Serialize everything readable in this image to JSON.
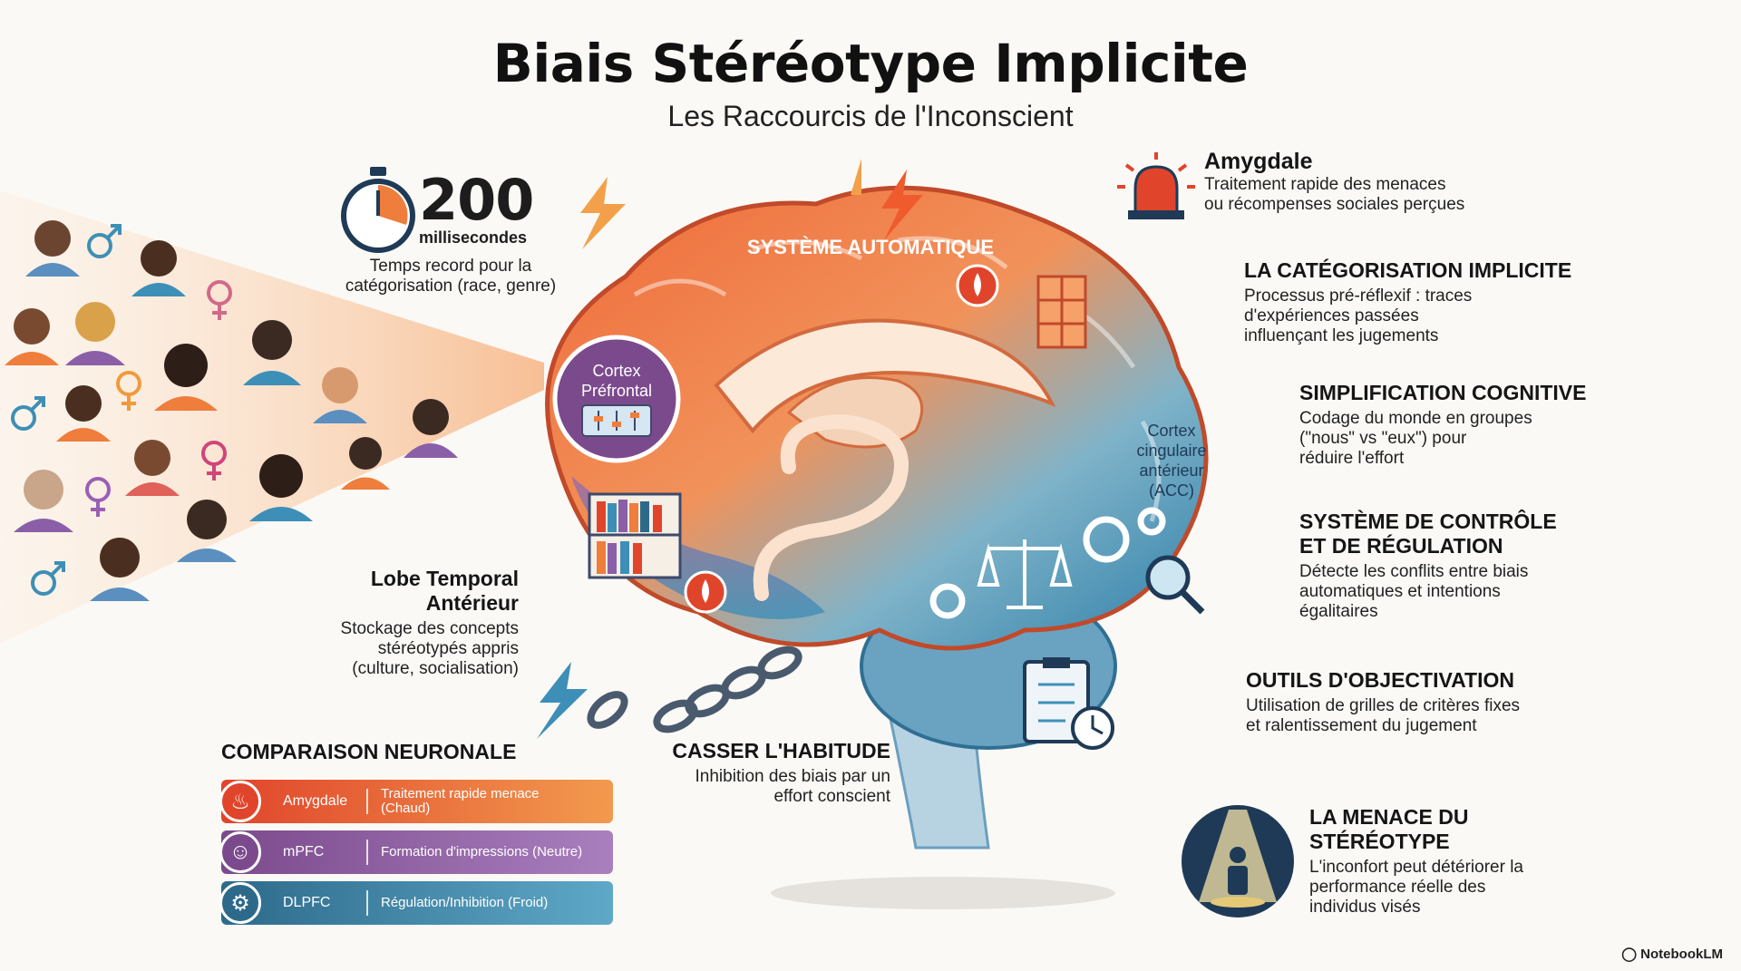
{
  "title": "Biais Stéréotype Implicite",
  "subtitle": "Les Raccourcis de l'Inconscient",
  "timing": {
    "value": "200",
    "unit": "millisecondes",
    "desc_line1": "Temps record pour la",
    "desc_line2": "catégorisation (race, genre)"
  },
  "brain_labels": {
    "automatic_system": "SYSTÈME AUTOMATIQUE",
    "pfc_line1": "Cortex",
    "pfc_line2": "Préfrontal",
    "acc_line1": "Cortex",
    "acc_line2": "cingulaire",
    "acc_line3": "antérieur",
    "acc_line4": "(ACC)"
  },
  "amygdala": {
    "title": "Amygdale",
    "line1": "Traitement rapide des menaces",
    "line2": "ou récompenses sociales perçues"
  },
  "implicit_categorization": {
    "title": "LA CATÉGORISATION IMPLICITE",
    "line1": "Processus pré-réflexif : traces",
    "line2": "d'expériences passées",
    "line3": "influençant les jugements"
  },
  "cognitive_simplification": {
    "title": "SIMPLIFICATION COGNITIVE",
    "line1": "Codage du monde en groupes",
    "line2": "(\"nous\" vs \"eux\") pour",
    "line3": "réduire l'effort"
  },
  "control_system": {
    "title_line1": "SYSTÈME DE CONTRÔLE",
    "title_line2": "ET DE RÉGULATION",
    "line1": "Détecte les conflits entre biais",
    "line2": "automatiques et intentions",
    "line3": "égalitaires"
  },
  "objectivation_tools": {
    "title": "OUTILS D'OBJECTIVATION",
    "line1": "Utilisation de grilles de critères fixes",
    "line2": "et ralentissement du jugement"
  },
  "stereotype_threat": {
    "title_line1": "LA MENACE DU",
    "title_line2": "STÉRÉOTYPE",
    "line1": "L'inconfort peut détériorer la",
    "line2": "performance réelle des",
    "line3": "individus visés"
  },
  "temporal_lobe": {
    "title_line1": "Lobe Temporal",
    "title_line2": "Antérieur",
    "line1": "Stockage des concepts",
    "line2": "stéréotypés appris",
    "line3": "(culture, socialisation)"
  },
  "break_habit": {
    "title": "CASSER L'HABITUDE",
    "line1": "Inhibition des biais par un",
    "line2": "effort conscient"
  },
  "comparison": {
    "title": "COMPARAISON NEURONALE",
    "rows": [
      {
        "region": "Amygdale",
        "desc_line1": "Traitement rapide menace",
        "desc_line2": "(Chaud)",
        "color": "#ef7d3c",
        "icon": "flame-icon"
      },
      {
        "region": "mPFC",
        "desc_line1": "Formation d'impressions (Neutre)",
        "desc_line2": "",
        "color": "#8b5fa8",
        "icon": "smiley-icon"
      },
      {
        "region": "DLPFC",
        "desc_line1": "Régulation/Inhibition (Froid)",
        "desc_line2": "",
        "color": "#3d8fb8",
        "icon": "gears-icon"
      }
    ]
  },
  "brand": "NotebookLM",
  "colors": {
    "orange": "#ef7d3c",
    "purple": "#8b5fa8",
    "blue": "#3d8fb8",
    "navy": "#1f3a57",
    "red": "#e0452b"
  }
}
